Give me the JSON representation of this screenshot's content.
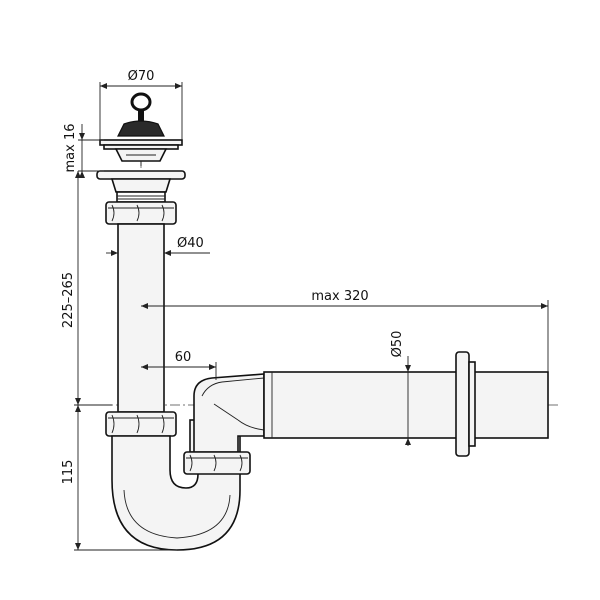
{
  "dimensions": {
    "stopper_diameter": "Ø70",
    "stopper_height": "max 16",
    "tube_diameter": "Ø40",
    "inlet_height": "225–265",
    "outlet_length": "max 320",
    "outlet_diameter": "Ø50",
    "offset": "60",
    "trap_depth": "115"
  }
}
